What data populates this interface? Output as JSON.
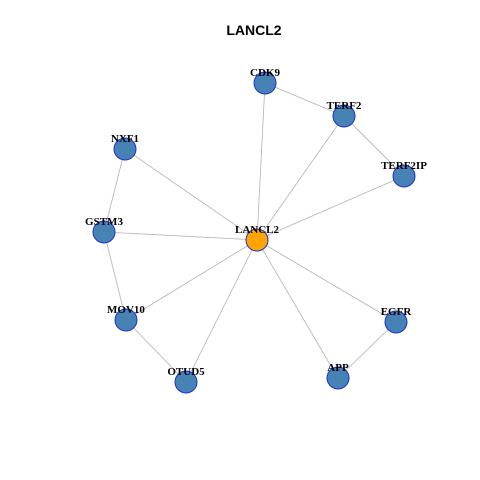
{
  "title": "LANCL2",
  "colors": {
    "hub_fill": "#ffa500",
    "node_fill": "#4682b4",
    "node_stroke": "#1f2fd6",
    "edge": "#b3b3b3"
  },
  "nodes": [
    {
      "id": "LANCL2",
      "label": "LANCL2",
      "hub": true
    },
    {
      "id": "CDK9",
      "label": "CDK9"
    },
    {
      "id": "TERF2",
      "label": "TERF2"
    },
    {
      "id": "TERF2IP",
      "label": "TERF2IP"
    },
    {
      "id": "NXF1",
      "label": "NXF1"
    },
    {
      "id": "GSTM3",
      "label": "GSTM3"
    },
    {
      "id": "MOV10",
      "label": "MOV10"
    },
    {
      "id": "OTUD5",
      "label": "OTUD5"
    },
    {
      "id": "APP",
      "label": "APP"
    },
    {
      "id": "EGFR",
      "label": "EGFR"
    }
  ],
  "edges": [
    [
      "LANCL2",
      "CDK9"
    ],
    [
      "LANCL2",
      "TERF2"
    ],
    [
      "LANCL2",
      "TERF2IP"
    ],
    [
      "LANCL2",
      "NXF1"
    ],
    [
      "LANCL2",
      "GSTM3"
    ],
    [
      "LANCL2",
      "MOV10"
    ],
    [
      "LANCL2",
      "OTUD5"
    ],
    [
      "LANCL2",
      "APP"
    ],
    [
      "LANCL2",
      "EGFR"
    ],
    [
      "CDK9",
      "TERF2"
    ],
    [
      "TERF2",
      "TERF2IP"
    ],
    [
      "NXF1",
      "GSTM3"
    ],
    [
      "GSTM3",
      "MOV10"
    ],
    [
      "MOV10",
      "OTUD5"
    ],
    [
      "APP",
      "EGFR"
    ]
  ]
}
